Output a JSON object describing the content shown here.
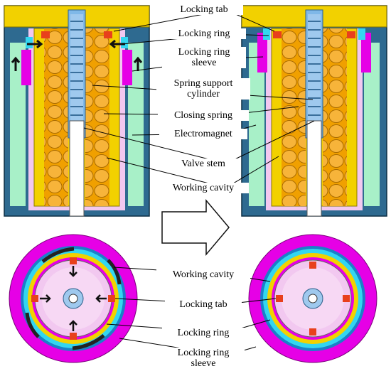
{
  "labels": {
    "locking_tab": "Locking tab",
    "locking_ring": "Locking ring",
    "locking_ring_sleeve_1": "Locking ring",
    "locking_ring_sleeve_2": "sleeve",
    "spring_support_1": "Spring support",
    "spring_support_2": "cylinder",
    "closing_spring": "Closing spring",
    "electromagnet": "Electromagnet",
    "valve_stem": "Valve stem",
    "working_cavity": "Working cavity",
    "bottom_working_cavity": "Working cavity",
    "bottom_locking_tab": "Locking tab",
    "bottom_locking_ring": "Locking ring",
    "bottom_sleeve_1": "Locking ring",
    "bottom_sleeve_2": "sleeve"
  },
  "colors": {
    "housing_blue": "#2e6a90",
    "electromagnet_green": "#a8f0c8",
    "spring_orange": "#f5a623",
    "piston_yellow": "#f2d100",
    "sleeve_magenta": "#e600e6",
    "ring_pink": "#f0a0f0",
    "cyan": "#33d6f0",
    "stem_blue": "#7fb8e8",
    "arrow_black": "#111111",
    "tab_red": "#e8401c"
  }
}
